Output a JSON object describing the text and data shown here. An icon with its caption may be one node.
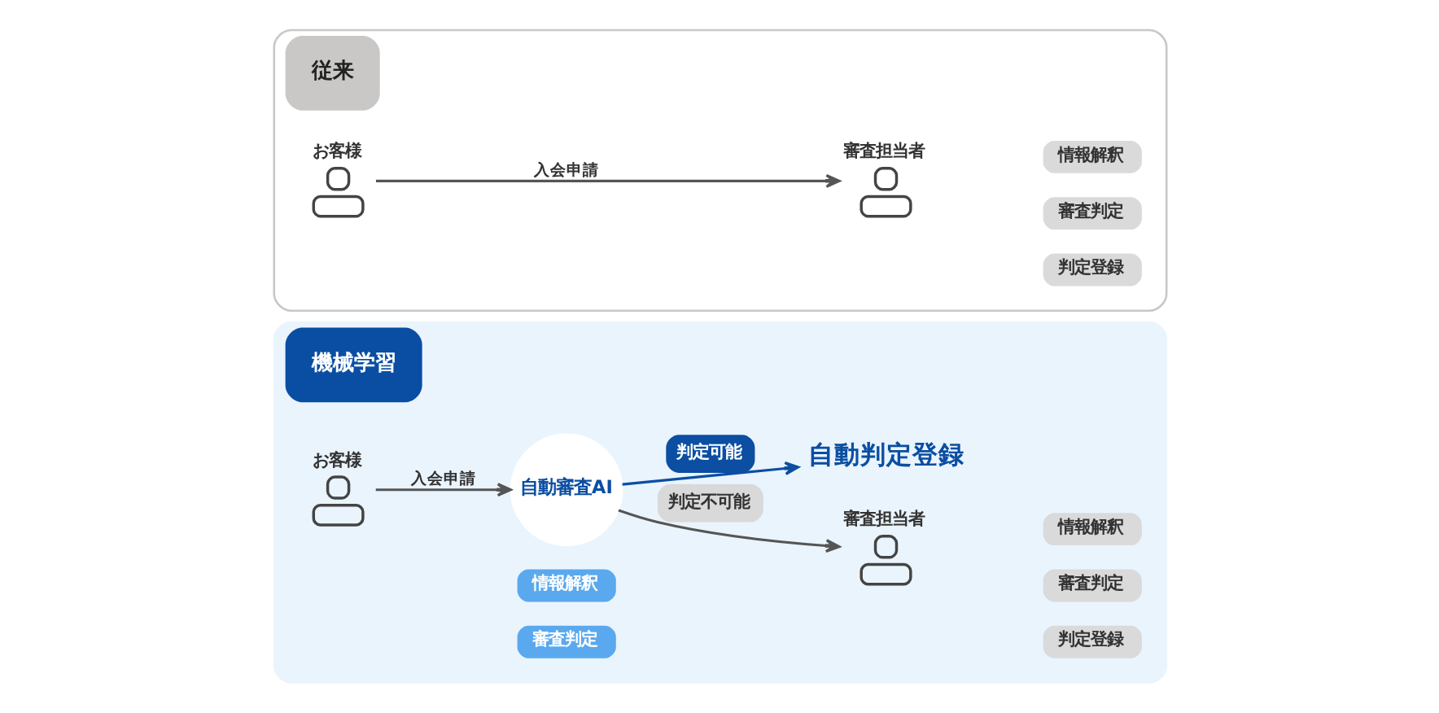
{
  "diagram": {
    "nodes": [
      {
        "text": [
          "従来"
        ]
      },
      {
        "text": [
          "お客様"
        ],
        "in": 0
      },
      {
        "text": [
          "審査担当者"
        ],
        "in": 0
      },
      {
        "text": [
          "情報解釈"
        ],
        "in": 0
      },
      {
        "text": [
          "審査判定"
        ],
        "in": 0
      },
      {
        "text": [
          "判定登録"
        ],
        "in": 0
      },
      {
        "text": [
          "機械学習"
        ]
      },
      {
        "text": [
          "お客様"
        ],
        "in": 6
      },
      {
        "text": [
          "自動審査AI"
        ],
        "in": 6
      },
      {
        "text": [
          "情報解釈"
        ],
        "in": 6
      },
      {
        "text": [
          "審査判定"
        ],
        "in": 6
      },
      {
        "text": [
          "自動判定登録"
        ],
        "in": 6
      },
      {
        "text": [
          "審査担当者"
        ],
        "in": 6
      },
      {
        "text": [
          "情報解釈"
        ],
        "in": 6
      },
      {
        "text": [
          "審査判定"
        ],
        "in": 6
      },
      {
        "text": [
          "判定登録"
        ],
        "in": 6
      }
    ],
    "edges": [
      {
        "from": 1,
        "to": 2,
        "arrow": "to",
        "label": "入会申請"
      },
      {
        "from": 7,
        "to": 8,
        "arrow": "to",
        "label": "入会申請"
      },
      {
        "from": 8,
        "to": 11,
        "arrow": "to",
        "label": "判定可能",
        "color": "#0b4ea2"
      },
      {
        "from": 8,
        "to": 12,
        "arrow": "to",
        "label": "判定不可能"
      }
    ]
  }
}
